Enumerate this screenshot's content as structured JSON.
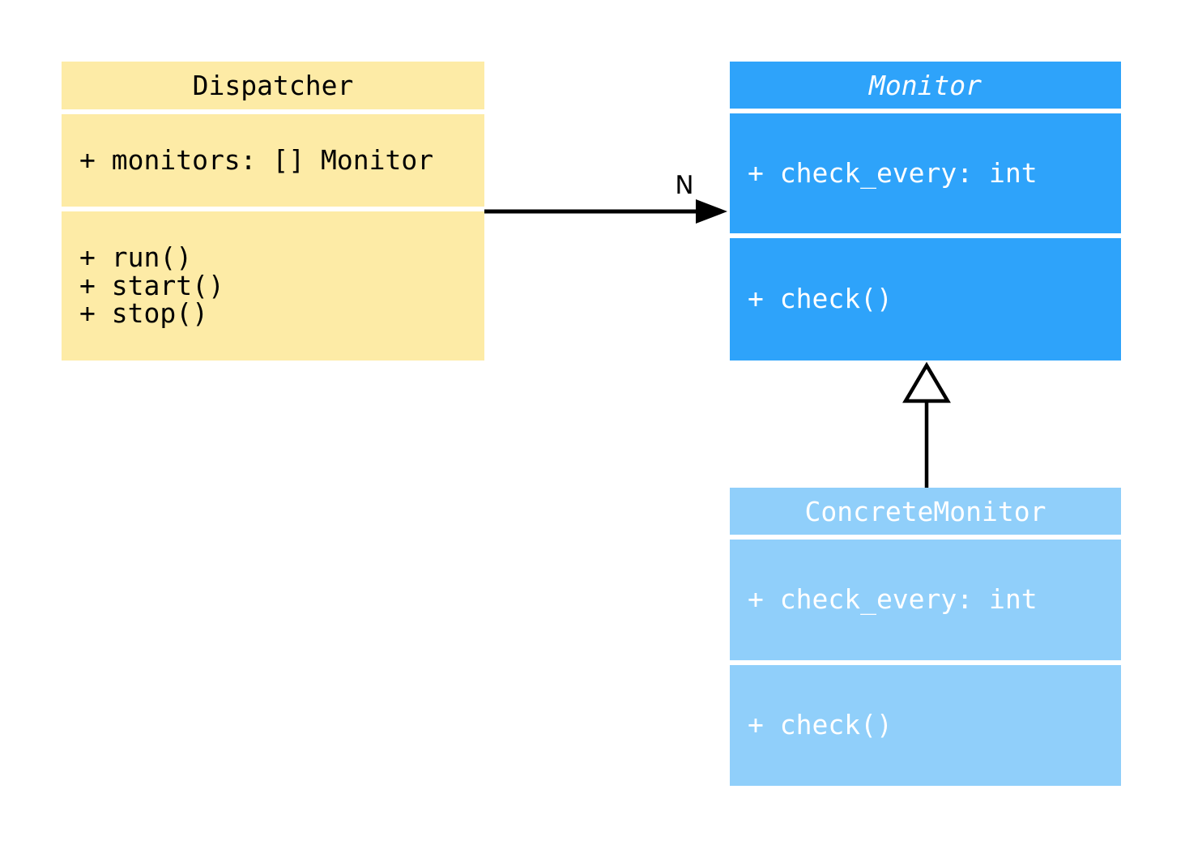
{
  "diagram": {
    "type": "uml-class-diagram",
    "classes": [
      {
        "name": "Dispatcher",
        "attributes": [
          "+ monitors: [] Monitor"
        ],
        "methods": [
          "+ run()",
          "+ start()",
          "+ stop()"
        ],
        "fill": "#FDEBA6",
        "text_color": "#000000"
      },
      {
        "name": "Monitor",
        "abstract_hint": "italic title",
        "attributes": [
          "+ check_every: int"
        ],
        "methods": [
          "+ check()"
        ],
        "fill": "#2EA3FA",
        "text_color": "#FFFFFF"
      },
      {
        "name": "ConcreteMonitor",
        "attributes": [
          "+ check_every: int"
        ],
        "methods": [
          "+ check()"
        ],
        "fill": "#90CFFA",
        "text_color": "#FFFFFF"
      }
    ],
    "relations": [
      {
        "type": "association",
        "from": "Dispatcher",
        "to": "Monitor",
        "label": "N",
        "line_color": "#000000"
      },
      {
        "type": "inheritance",
        "from": "ConcreteMonitor",
        "to": "Monitor",
        "label": "",
        "line_color": "#000000"
      }
    ]
  }
}
